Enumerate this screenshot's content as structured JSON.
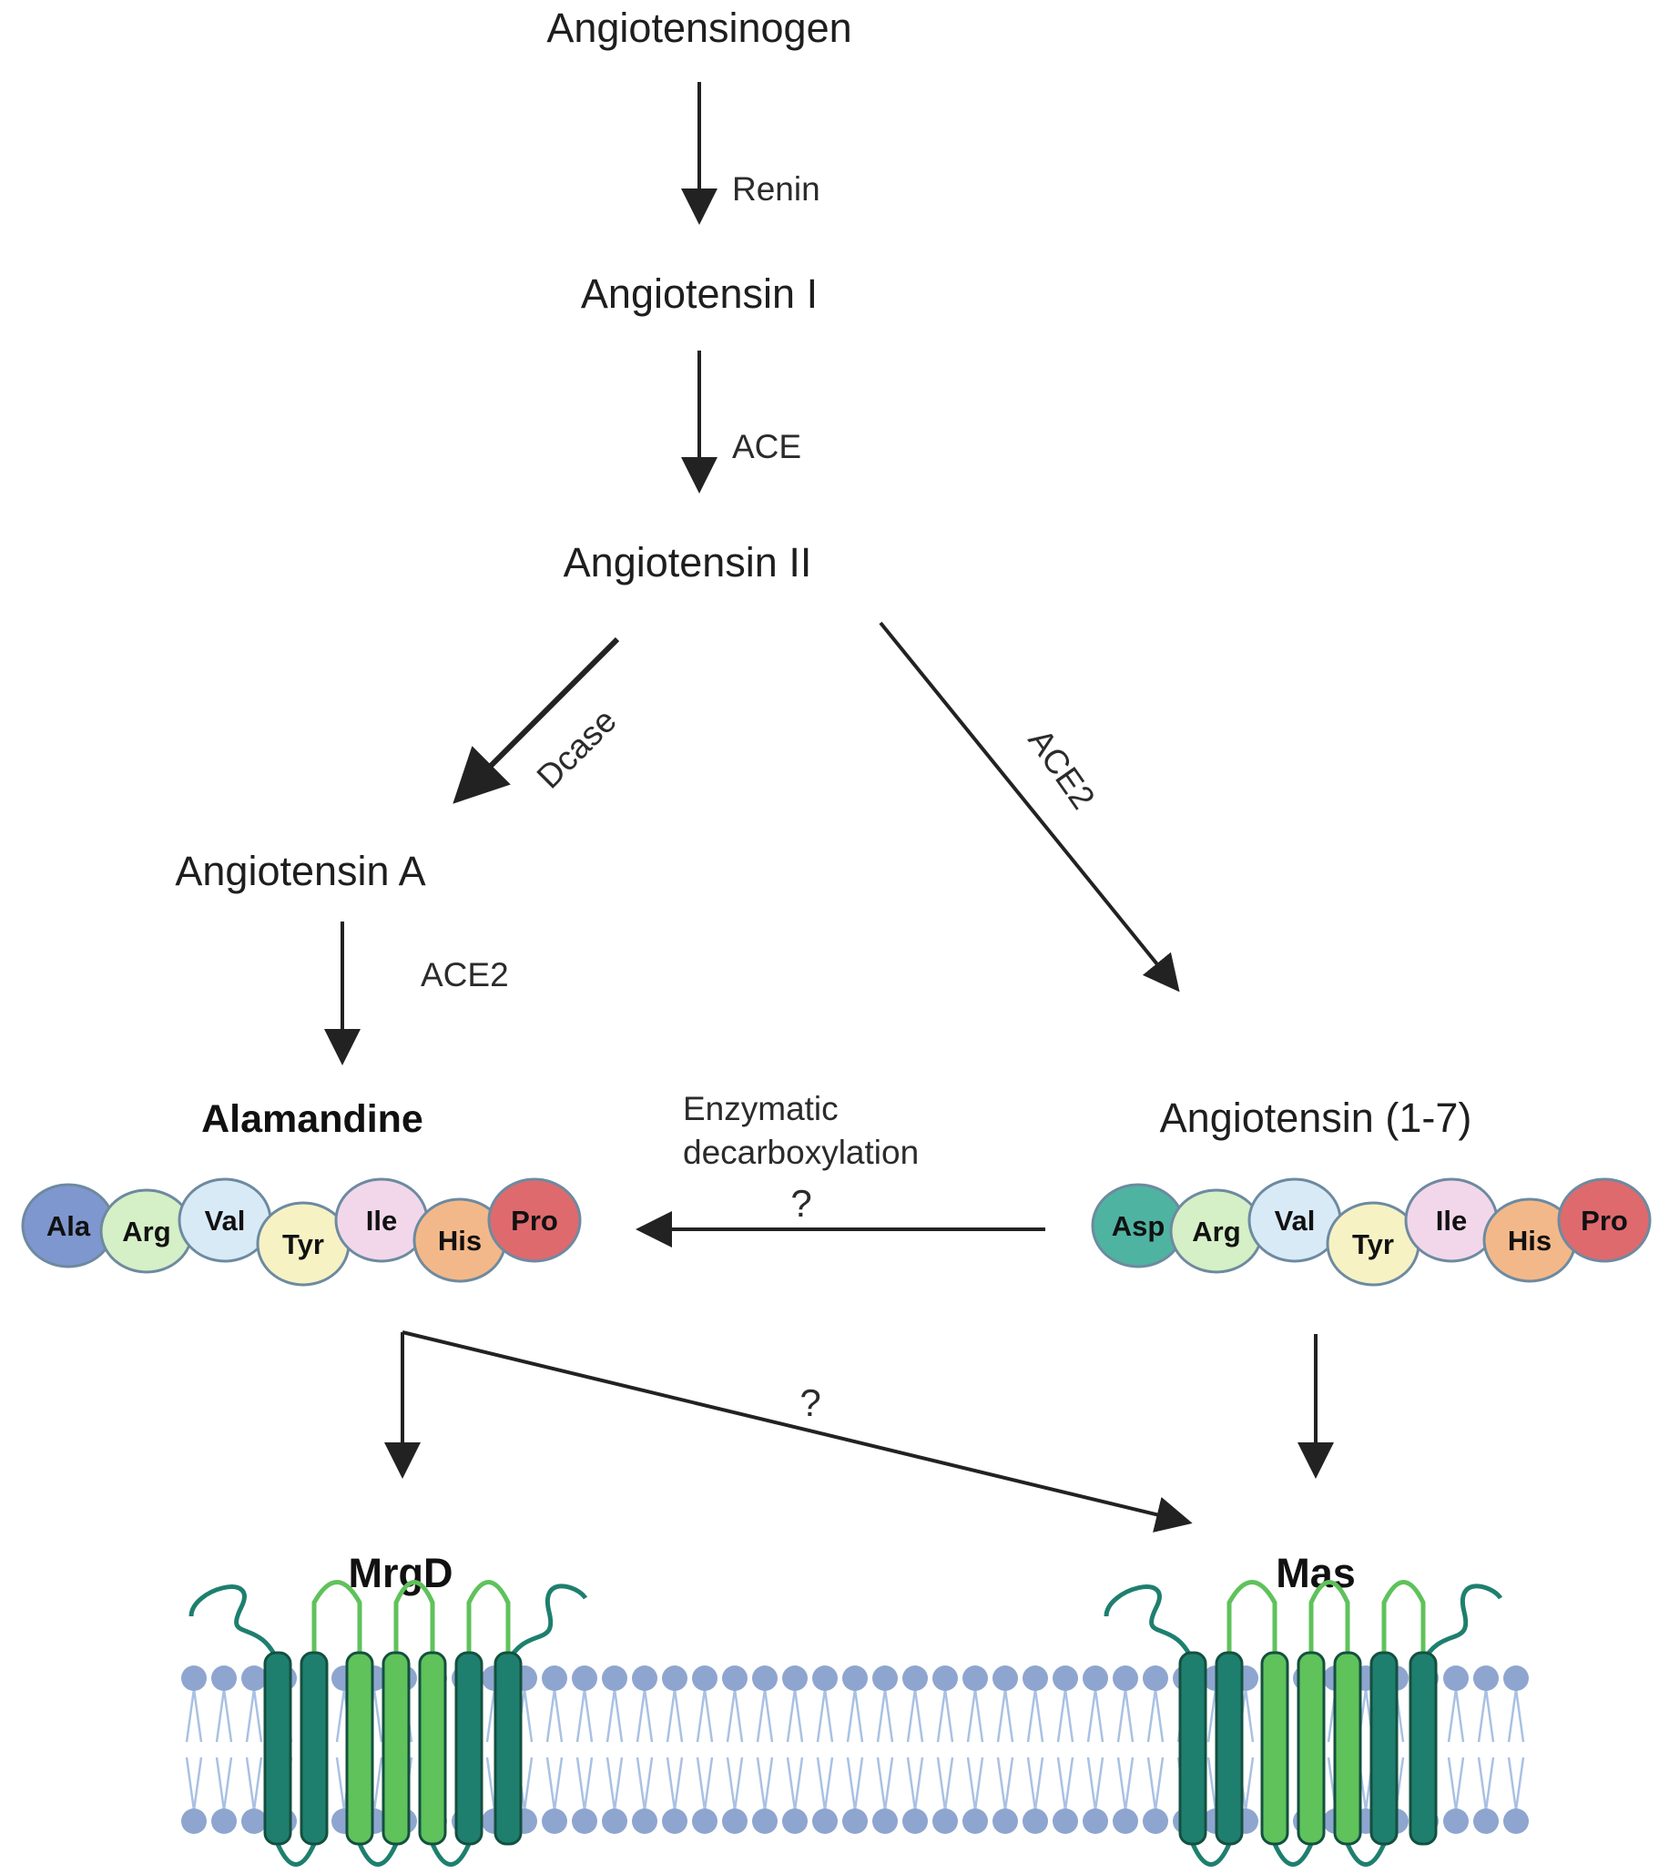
{
  "nodes": {
    "angiotensinogen": "Angiotensinogen",
    "angiotensin_1": "Angiotensin I",
    "angiotensin_2": "Angiotensin II",
    "angiotensin_a": "Angiotensin A",
    "angiotensin_1_7": "Angiotensin (1-7)",
    "alamandine": "Alamandine"
  },
  "enzymes": {
    "renin": "Renin",
    "ace": "ACE",
    "dcase": "Dcase",
    "ace2_right": "ACE2",
    "ace2_left": "ACE2",
    "decarboxylation_line1": "Enzymatic",
    "decarboxylation_line2": "decarboxylation",
    "question_top": "?",
    "question_bottom": "?"
  },
  "receptors": {
    "mrgd": "MrgD",
    "mas": "Mas"
  },
  "peptides": {
    "alamandine": [
      {
        "label": "Ala",
        "color": "#7f97cf"
      },
      {
        "label": "Arg",
        "color": "#d5efc6"
      },
      {
        "label": "Val",
        "color": "#d9eaf7"
      },
      {
        "label": "Tyr",
        "color": "#f7f2c4"
      },
      {
        "label": "Ile",
        "color": "#f2d7ea"
      },
      {
        "label": "His",
        "color": "#f3b889"
      },
      {
        "label": "Pro",
        "color": "#de6a6e"
      }
    ],
    "angiotensin_1_7": [
      {
        "label": "Asp",
        "color": "#4fb3a1"
      },
      {
        "label": "Arg",
        "color": "#d5efc6"
      },
      {
        "label": "Val",
        "color": "#d9eaf7"
      },
      {
        "label": "Tyr",
        "color": "#f7f2c4"
      },
      {
        "label": "Ile",
        "color": "#f2d7ea"
      },
      {
        "label": "His",
        "color": "#f3b889"
      },
      {
        "label": "Pro",
        "color": "#de6a6e"
      }
    ]
  },
  "colors": {
    "arrow": "#222222",
    "membrane_head": "#8ea6cf",
    "membrane_tail": "#a9c1e3",
    "helix_dark": "#1e7f6f",
    "helix_light": "#5fc25b"
  }
}
